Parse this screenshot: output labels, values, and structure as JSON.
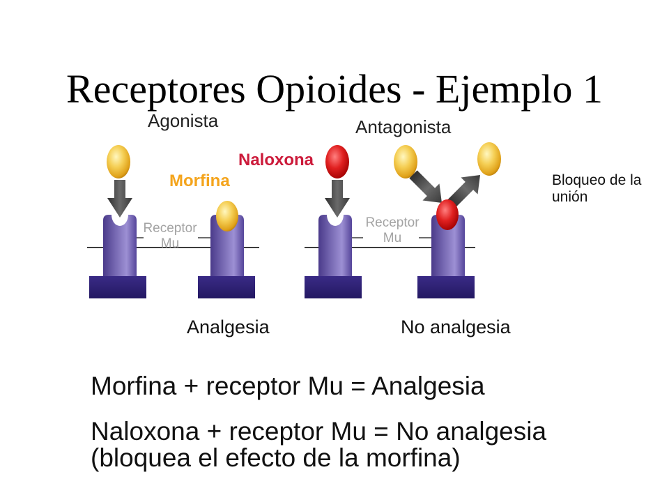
{
  "slide": {
    "title": "Receptores Opioides - Ejemplo 1"
  },
  "diagram": {
    "agonist": {
      "heading": "Agonista",
      "ligand_label": "Morfina",
      "receptor_label": [
        "Receptor",
        "Mu"
      ],
      "outcome": "Analgesia"
    },
    "antagonist": {
      "heading": "Antagonista",
      "ligand_label": "Naloxona",
      "receptor_label": [
        "Receptor",
        "Mu"
      ],
      "note": "Bloqueo de la unión",
      "outcome": "No analgesia"
    }
  },
  "summary": {
    "lines": [
      "Morfina + receptor Mu = Analgesia",
      "Naloxona + receptor Mu = No analgesia",
      "(bloquea el efecto de la morfina)"
    ]
  },
  "colors": {
    "morphine": "#f4a41c",
    "naloxone": "#cc1a3a",
    "receptor_text": "#a3a3a3",
    "receptor": "#7466b0",
    "receptor_base": "#2e2170"
  }
}
